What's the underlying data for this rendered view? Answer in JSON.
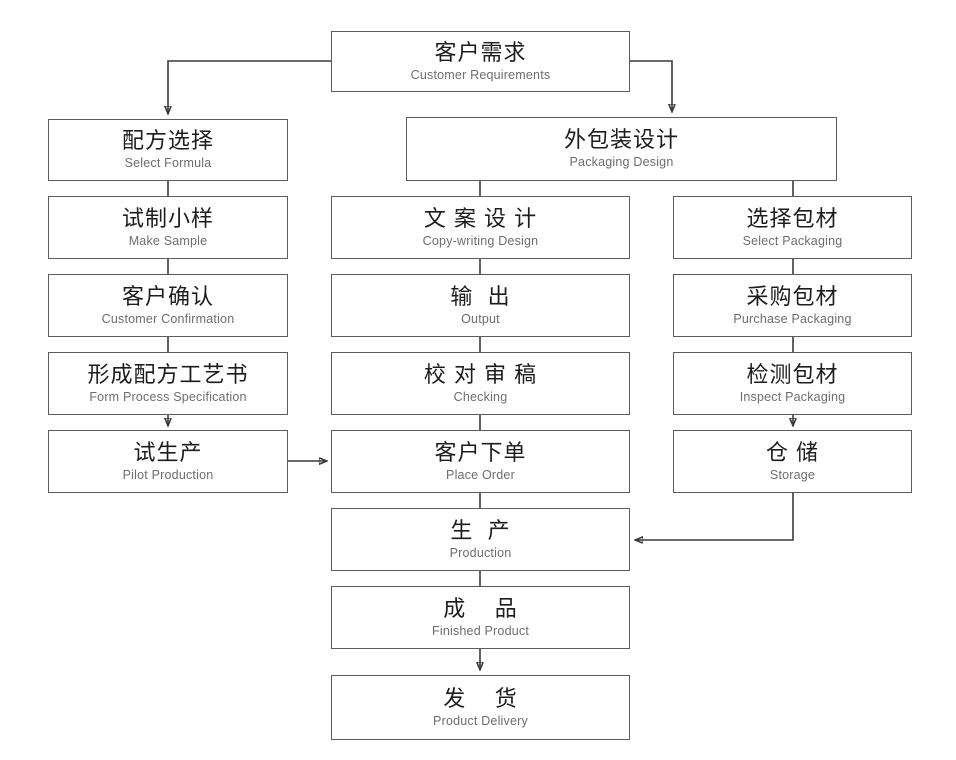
{
  "diagram": {
    "title": "Customer Requirements Production Flow",
    "colors": {
      "box_border": "#5b5b60",
      "line": "#3a3a3e",
      "cn_text": "#1d1d1f",
      "en_text": "#6d6d72",
      "background": "#ffffff"
    },
    "nodes": [
      {
        "id": "customer-requirements",
        "cn": "客户需求",
        "en": "Customer Requirements"
      },
      {
        "id": "select-formula",
        "cn": "配方选择",
        "en": "Select Formula"
      },
      {
        "id": "packaging-design",
        "cn": "外包装设计",
        "en": "Packaging Design"
      },
      {
        "id": "make-sample",
        "cn": "试制小样",
        "en": "Make Sample"
      },
      {
        "id": "copywriting-design",
        "cn": "文 案 设 计",
        "en": "Copy-writing Design"
      },
      {
        "id": "select-packaging",
        "cn": "选择包材",
        "en": "Select Packaging"
      },
      {
        "id": "customer-confirmation",
        "cn": "客户确认",
        "en": "Customer Confirmation"
      },
      {
        "id": "output",
        "cn": "输  出",
        "en": "Output"
      },
      {
        "id": "purchase-packaging",
        "cn": "采购包材",
        "en": "Purchase Packaging"
      },
      {
        "id": "form-process-specification",
        "cn": "形成配方工艺书",
        "en": "Form Process Specification"
      },
      {
        "id": "checking",
        "cn": "校 对 审 稿",
        "en": "Checking"
      },
      {
        "id": "inspect-packaging",
        "cn": "检测包材",
        "en": "Inspect Packaging"
      },
      {
        "id": "pilot-production",
        "cn": "试生产",
        "en": "Pilot Production"
      },
      {
        "id": "place-order",
        "cn": "客户下单",
        "en": "Place Order"
      },
      {
        "id": "storage",
        "cn": "仓 储",
        "en": "Storage"
      },
      {
        "id": "production",
        "cn": "生  产",
        "en": "Production"
      },
      {
        "id": "finished-product",
        "cn": "成    品",
        "en": "Finished Product"
      },
      {
        "id": "product-delivery",
        "cn": "发    货",
        "en": "Product Delivery"
      }
    ]
  }
}
